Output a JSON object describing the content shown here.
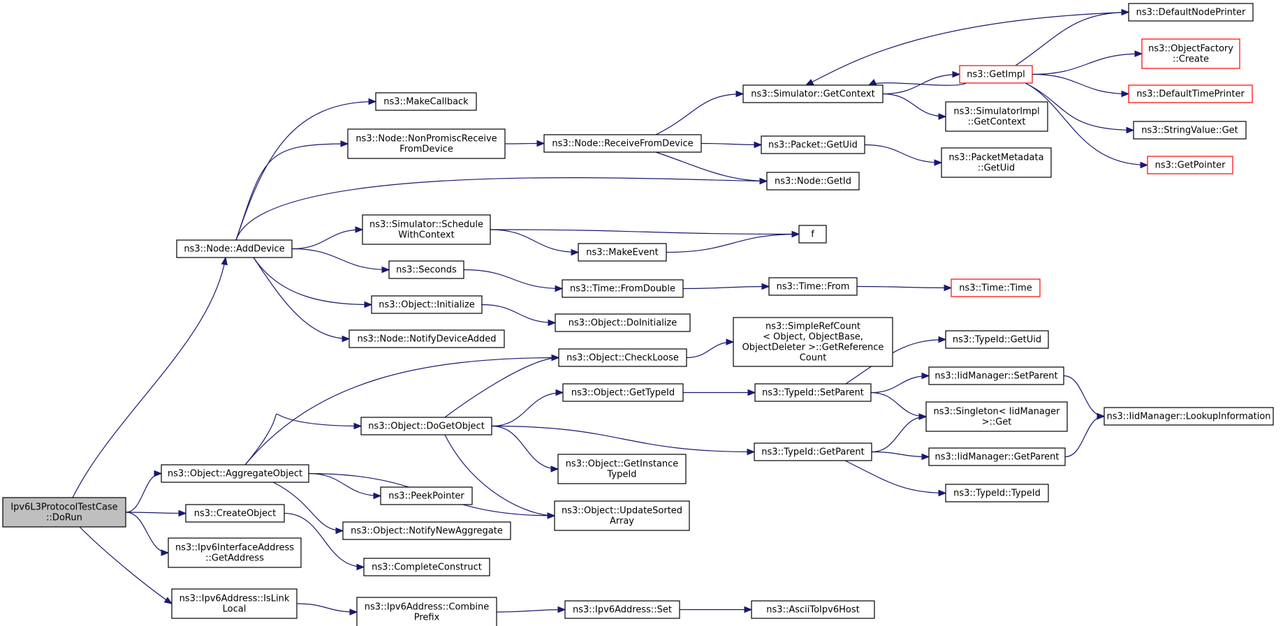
{
  "diagram": {
    "colors": {
      "edge": "#191970",
      "root_fill": "#bfbfbf",
      "border": "#000000",
      "truncated_border": "#ff0000"
    },
    "nodes": [
      {
        "id": "dorun",
        "lines": [
          "Ipv6L3ProtocolTestCase",
          "::DoRun"
        ],
        "style": "root"
      },
      {
        "id": "adddevice",
        "lines": [
          "ns3::Node::AddDevice"
        ]
      },
      {
        "id": "aggregate",
        "lines": [
          "ns3::Object::AggregateObject"
        ]
      },
      {
        "id": "createobject",
        "lines": [
          "ns3::CreateObject"
        ]
      },
      {
        "id": "ipv6ifaddr",
        "lines": [
          "ns3::Ipv6InterfaceAddress",
          "::GetAddress"
        ]
      },
      {
        "id": "islinklocal",
        "lines": [
          "ns3::Ipv6Address::IsLink",
          "Local"
        ]
      },
      {
        "id": "makecallback",
        "lines": [
          "ns3::MakeCallback"
        ]
      },
      {
        "id": "nonpromisc",
        "lines": [
          "ns3::Node::NonPromiscReceive",
          "FromDevice"
        ]
      },
      {
        "id": "schedulectx",
        "lines": [
          "ns3::Simulator::Schedule",
          "WithContext"
        ]
      },
      {
        "id": "seconds",
        "lines": [
          "ns3::Seconds"
        ]
      },
      {
        "id": "initialize",
        "lines": [
          "ns3::Object::Initialize"
        ]
      },
      {
        "id": "notifydevice",
        "lines": [
          "ns3::Node::NotifyDeviceAdded"
        ]
      },
      {
        "id": "dogetobject",
        "lines": [
          "ns3::Object::DoGetObject"
        ]
      },
      {
        "id": "peekpointer",
        "lines": [
          "ns3::PeekPointer"
        ]
      },
      {
        "id": "notifyaggregate",
        "lines": [
          "ns3::Object::NotifyNewAggregate"
        ]
      },
      {
        "id": "completeconstruct",
        "lines": [
          "ns3::CompleteConstruct"
        ]
      },
      {
        "id": "combineprefix",
        "lines": [
          "ns3::Ipv6Address::Combine",
          "Prefix"
        ]
      },
      {
        "id": "receivefromdevice",
        "lines": [
          "ns3::Node::ReceiveFromDevice"
        ]
      },
      {
        "id": "makeevent",
        "lines": [
          "ns3::MakeEvent"
        ]
      },
      {
        "id": "f",
        "lines": [
          "f"
        ]
      },
      {
        "id": "fromdouble",
        "lines": [
          "ns3::Time::FromDouble"
        ]
      },
      {
        "id": "doinitialize",
        "lines": [
          "ns3::Object::DoInitialize"
        ]
      },
      {
        "id": "checkloose",
        "lines": [
          "ns3::Object::CheckLoose"
        ]
      },
      {
        "id": "gettypeid",
        "lines": [
          "ns3::Object::GetTypeId"
        ]
      },
      {
        "id": "getinstancetypeid",
        "lines": [
          "ns3::Object::GetInstance",
          "TypeId"
        ]
      },
      {
        "id": "updatesorted",
        "lines": [
          "ns3::Object::UpdateSorted",
          "Array"
        ]
      },
      {
        "id": "ipv6set",
        "lines": [
          "ns3::Ipv6Address::Set"
        ]
      },
      {
        "id": "getcontext",
        "lines": [
          "ns3::Simulator::GetContext"
        ]
      },
      {
        "id": "packetgetuid",
        "lines": [
          "ns3::Packet::GetUid"
        ]
      },
      {
        "id": "nodegetid",
        "lines": [
          "ns3::Node::GetId"
        ]
      },
      {
        "id": "timefrom",
        "lines": [
          "ns3::Time::From"
        ]
      },
      {
        "id": "simplerefcount",
        "lines": [
          "ns3::SimpleRefCount",
          "< Object, ObjectBase,",
          " ObjectDeleter >::GetReference",
          "Count"
        ]
      },
      {
        "id": "setparent",
        "lines": [
          "ns3::TypeId::SetParent"
        ]
      },
      {
        "id": "getparent",
        "lines": [
          "ns3::TypeId::GetParent"
        ]
      },
      {
        "id": "asciitoipv6host",
        "lines": [
          "ns3::AsciiToIpv6Host"
        ]
      },
      {
        "id": "getimpl",
        "lines": [
          "ns3::GetImpl"
        ],
        "style": "red"
      },
      {
        "id": "simimplgetcontext",
        "lines": [
          "ns3::SimulatorImpl",
          "::GetContext"
        ]
      },
      {
        "id": "packetmetadatagetuid",
        "lines": [
          "ns3::PacketMetadata",
          "::GetUid"
        ]
      },
      {
        "id": "timetime",
        "lines": [
          "ns3::Time::Time"
        ],
        "style": "red"
      },
      {
        "id": "typeidgetuid",
        "lines": [
          "ns3::TypeId::GetUid"
        ]
      },
      {
        "id": "iidsetparent",
        "lines": [
          "ns3::IidManager::SetParent"
        ]
      },
      {
        "id": "singletonget",
        "lines": [
          "ns3::Singleton< IidManager",
          " >::Get"
        ]
      },
      {
        "id": "iidgetparent",
        "lines": [
          "ns3::IidManager::GetParent"
        ]
      },
      {
        "id": "typeidtypeid",
        "lines": [
          "ns3::TypeId::TypeId"
        ]
      },
      {
        "id": "defaultnodeprinter",
        "lines": [
          "ns3::DefaultNodePrinter"
        ]
      },
      {
        "id": "objectfactorycreate",
        "lines": [
          "ns3::ObjectFactory",
          "::Create"
        ],
        "style": "red"
      },
      {
        "id": "defaulttimeprinter",
        "lines": [
          "ns3::DefaultTimePrinter"
        ],
        "style": "red"
      },
      {
        "id": "stringvalueget",
        "lines": [
          "ns3::StringValue::Get"
        ]
      },
      {
        "id": "getpointer",
        "lines": [
          "ns3::GetPointer"
        ],
        "style": "red"
      },
      {
        "id": "lookupinfo",
        "lines": [
          "ns3::IidManager::LookupInformation"
        ]
      }
    ],
    "edges": [
      [
        "dorun",
        "adddevice"
      ],
      [
        "dorun",
        "aggregate"
      ],
      [
        "dorun",
        "createobject"
      ],
      [
        "dorun",
        "ipv6ifaddr"
      ],
      [
        "dorun",
        "islinklocal"
      ],
      [
        "adddevice",
        "makecallback"
      ],
      [
        "adddevice",
        "nonpromisc"
      ],
      [
        "adddevice",
        "nodegetid"
      ],
      [
        "adddevice",
        "schedulectx"
      ],
      [
        "adddevice",
        "seconds"
      ],
      [
        "adddevice",
        "initialize"
      ],
      [
        "adddevice",
        "notifydevice"
      ],
      [
        "nonpromisc",
        "receivefromdevice"
      ],
      [
        "receivefromdevice",
        "getcontext"
      ],
      [
        "receivefromdevice",
        "packetgetuid"
      ],
      [
        "receivefromdevice",
        "nodegetid"
      ],
      [
        "getcontext",
        "getimpl"
      ],
      [
        "getcontext",
        "simimplgetcontext"
      ],
      [
        "getimpl",
        "getcontext"
      ],
      [
        "getimpl",
        "defaultnodeprinter"
      ],
      [
        "getimpl",
        "objectfactorycreate"
      ],
      [
        "getimpl",
        "defaulttimeprinter"
      ],
      [
        "getimpl",
        "stringvalueget"
      ],
      [
        "getimpl",
        "getpointer"
      ],
      [
        "defaultnodeprinter",
        "getcontext"
      ],
      [
        "packetgetuid",
        "packetmetadatagetuid"
      ],
      [
        "schedulectx",
        "f"
      ],
      [
        "schedulectx",
        "makeevent"
      ],
      [
        "makeevent",
        "f"
      ],
      [
        "seconds",
        "fromdouble"
      ],
      [
        "fromdouble",
        "timefrom"
      ],
      [
        "timefrom",
        "timetime"
      ],
      [
        "initialize",
        "doinitialize"
      ],
      [
        "aggregate",
        "checkloose"
      ],
      [
        "aggregate",
        "dogetobject"
      ],
      [
        "aggregate",
        "updatesorted"
      ],
      [
        "aggregate",
        "peekpointer"
      ],
      [
        "aggregate",
        "notifyaggregate"
      ],
      [
        "dogetobject",
        "checkloose"
      ],
      [
        "dogetobject",
        "gettypeid"
      ],
      [
        "dogetobject",
        "getparent"
      ],
      [
        "dogetobject",
        "getinstancetypeid"
      ],
      [
        "dogetobject",
        "updatesorted"
      ],
      [
        "checkloose",
        "simplerefcount"
      ],
      [
        "gettypeid",
        "setparent"
      ],
      [
        "setparent",
        "typeidgetuid"
      ],
      [
        "setparent",
        "iidsetparent"
      ],
      [
        "setparent",
        "singletonget"
      ],
      [
        "iidsetparent",
        "lookupinfo"
      ],
      [
        "getparent",
        "singletonget"
      ],
      [
        "getparent",
        "iidgetparent"
      ],
      [
        "getparent",
        "typeidtypeid"
      ],
      [
        "iidgetparent",
        "lookupinfo"
      ],
      [
        "createobject",
        "completeconstruct"
      ],
      [
        "islinklocal",
        "combineprefix"
      ],
      [
        "combineprefix",
        "ipv6set"
      ],
      [
        "ipv6set",
        "asciitoipv6host"
      ]
    ]
  }
}
